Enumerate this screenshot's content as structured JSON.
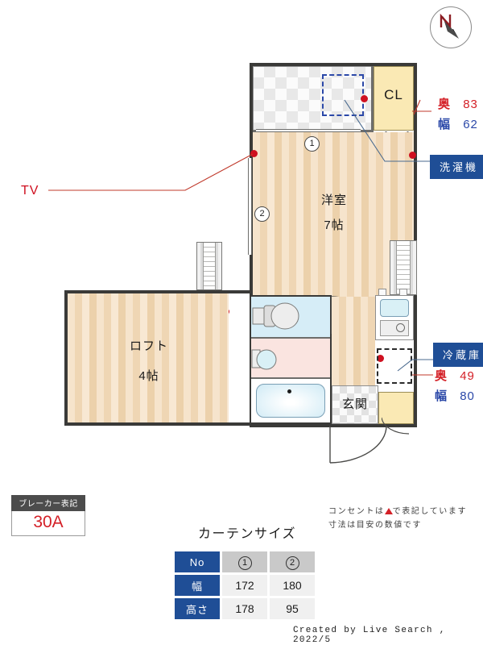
{
  "compass": {
    "north_letter": "N",
    "icon": "compass-north-arrow"
  },
  "plan": {
    "rooms": [
      {
        "id": "washitsu",
        "name": "洋室",
        "size": "7帖"
      },
      {
        "id": "loft",
        "name": "ロフト",
        "size": "4帖"
      },
      {
        "id": "closet",
        "name": "CL"
      },
      {
        "id": "genkan",
        "name": "玄関"
      }
    ],
    "markers": [
      {
        "id": "window-1",
        "label": "1"
      },
      {
        "id": "window-2",
        "label": "2"
      }
    ],
    "annotations": {
      "tv": "TV",
      "washer": "洗濯機",
      "fridge": "冷蔵庫"
    },
    "dimensions": {
      "washer": {
        "depth_label": "奥",
        "depth_value": "83",
        "width_label": "幅",
        "width_value": "62"
      },
      "fridge": {
        "depth_label": "奥",
        "depth_value": "49",
        "width_label": "幅",
        "width_value": "80"
      }
    }
  },
  "breaker": {
    "title": "ブレーカー表記",
    "value": "30A"
  },
  "note": {
    "line1_before": "コンセントは",
    "line1_after": "で表記しています",
    "line2": "寸法は目安の数値です"
  },
  "curtain": {
    "title": "カーテンサイズ",
    "row_headers": [
      "No",
      "幅",
      "高さ"
    ],
    "columns": [
      "1",
      "2"
    ],
    "width_values": [
      "172",
      "180"
    ],
    "height_values": [
      "178",
      "95"
    ]
  },
  "footer": {
    "credit": "Created by Live Search , 2022/5"
  },
  "colors": {
    "accent_red": "#cf1020",
    "accent_blue": "#1f4e96",
    "wall": "#3a3a38",
    "wood": "#f3ddc0",
    "closet": "#fae9b4"
  }
}
